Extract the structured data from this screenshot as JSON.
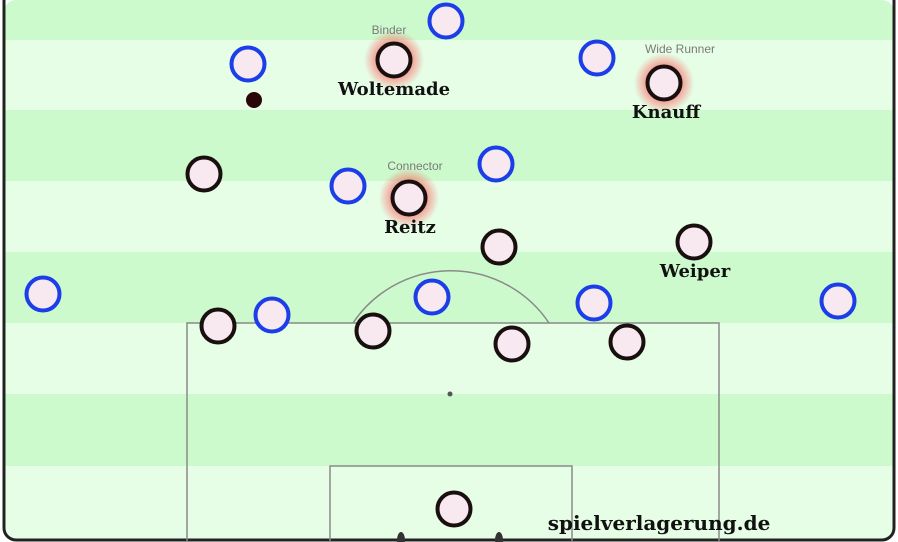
{
  "pitch": {
    "stripe_light": "#e6fde6",
    "stripe_dark": "#cdfacd",
    "line_color": "#8a8a8a",
    "border_color": "#222222"
  },
  "teams": {
    "blue": {
      "ring": "#1b3ee8",
      "fill": "#f7e9ef"
    },
    "dark": {
      "ring": "#1a0f0f",
      "fill": "#f7e9ef"
    }
  },
  "ball": {
    "color": "#2a0606"
  },
  "labels": {
    "woltemade": "Woltemade",
    "knauff": "Knauff",
    "reitz": "Reitz",
    "weiper": "Weiper",
    "role_binder": "Binder",
    "role_wide_runner": "Wide Runner",
    "role_connector": "Connector"
  },
  "watermark": "spielverlagerung.de"
}
